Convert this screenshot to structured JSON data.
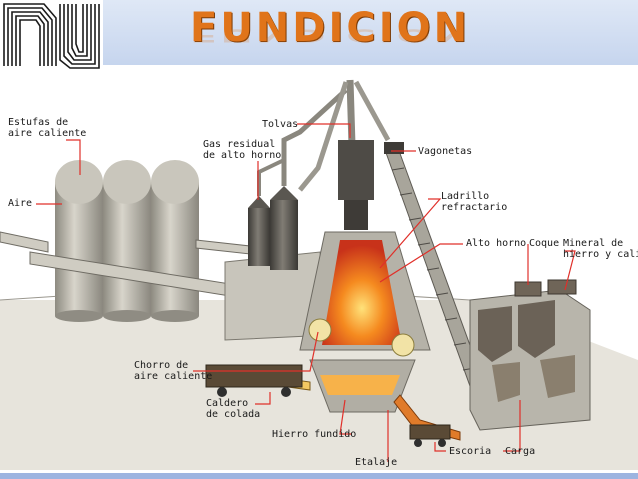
{
  "title": "FUNDICION",
  "labels": {
    "estufas": "Estufas de\naire caliente",
    "aire": "Aire",
    "gas": "Gas residual\nde alto horno",
    "tolvas": "Tolvas",
    "vagonetas": "Vagonetas",
    "ladrillo": "Ladrillo\nrefractario",
    "alto_horno": "Alto horno",
    "coque": "Coque",
    "mineral": "Mineral de\nhierro y caliza",
    "chorro": "Chorro de\naire caliente",
    "caldero": "Caldero\nde colada",
    "hierro": "Hierro fundido",
    "etalaje": "Etalaje",
    "escoria": "Escoria",
    "carga": "Carga"
  },
  "colors": {
    "title": "#e0741a",
    "header_bg": "#c6d5ee",
    "leader": "#e0302a",
    "molten": "#f26a1b",
    "structure": "#b9b6ac"
  }
}
